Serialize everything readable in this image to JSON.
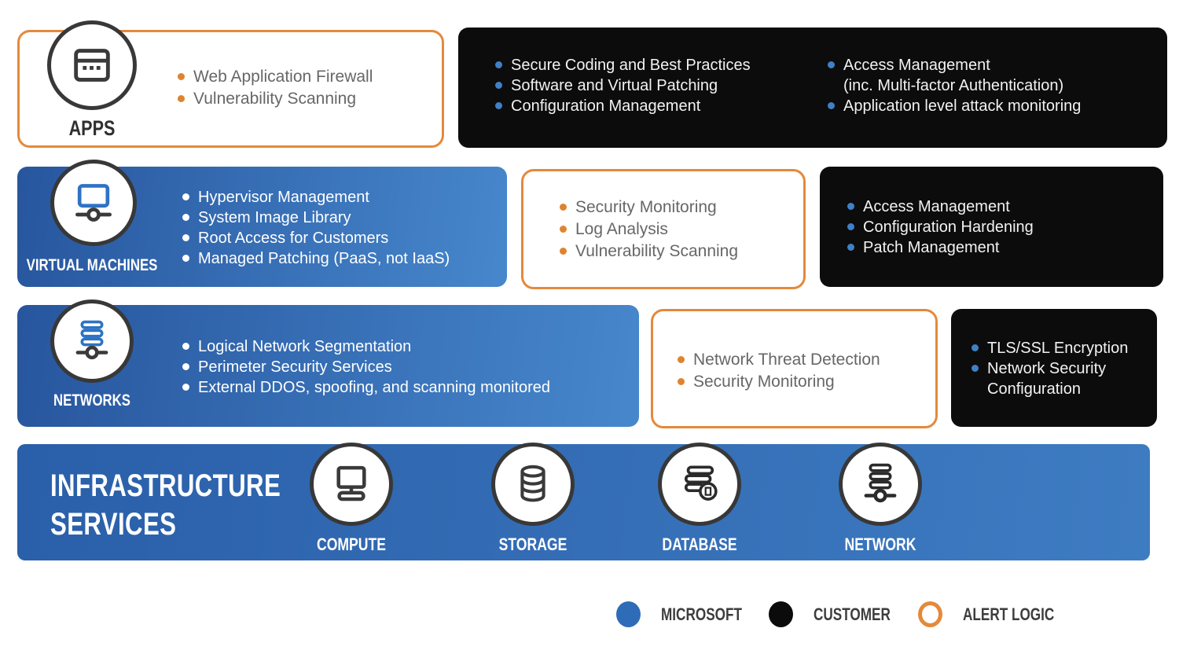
{
  "apps": {
    "label": "APPS",
    "alert_logic": {
      "items": [
        "Web Application Firewall",
        "Vulnerability Scanning"
      ]
    },
    "customer": {
      "col1": [
        "Secure Coding and Best Practices",
        "Software and Virtual Patching",
        "Configuration Management"
      ],
      "col2": [
        "Access Management",
        "(inc. Multi-factor Authentication)",
        "Application level attack monitoring"
      ]
    }
  },
  "virtual_machines": {
    "label": "VIRTUAL MACHINES",
    "microsoft": {
      "items": [
        "Hypervisor Management",
        "System Image Library",
        "Root Access for Customers",
        "Managed Patching (PaaS, not IaaS)"
      ]
    },
    "alert_logic": {
      "items": [
        "Security Monitoring",
        "Log Analysis",
        "Vulnerability Scanning"
      ]
    },
    "customer": {
      "items": [
        "Access Management",
        "Configuration Hardening",
        "Patch Management"
      ]
    }
  },
  "networks": {
    "label": "NETWORKS",
    "microsoft": {
      "items": [
        "Logical Network Segmentation",
        "Perimeter Security Services",
        "External DDOS, spoofing, and scanning monitored"
      ]
    },
    "alert_logic": {
      "items": [
        "Network Threat Detection",
        "Security Monitoring"
      ]
    },
    "customer": {
      "items": [
        "TLS/SSL Encryption",
        "Network Security Configuration"
      ]
    }
  },
  "infrastructure": {
    "title_line1": "INFRASTRUCTURE",
    "title_line2": "SERVICES",
    "services": {
      "compute": "COMPUTE",
      "storage": "STORAGE",
      "database": "DATABASE",
      "network": "NETWORK"
    }
  },
  "legend": {
    "microsoft": "MICROSOFT",
    "customer": "CUSTOMER",
    "alert_logic": "ALERT LOGIC"
  },
  "colors": {
    "microsoft_blue": "#2E6CB8",
    "customer_black": "#0B0B0B",
    "alert_logic_orange": "#E4893B"
  }
}
